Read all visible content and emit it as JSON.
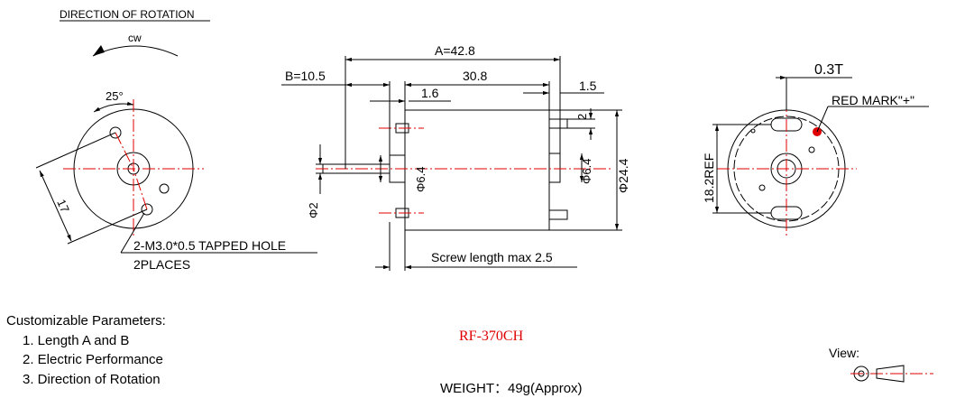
{
  "header": {
    "title": "DIRECTION OF ROTATION",
    "rotation": "cw"
  },
  "left_view": {
    "angle": "25°",
    "dim": "17",
    "shaft_dia": "Φ2",
    "hole_note_line1": "2-M3.0*0.5 TAPPED HOLE",
    "hole_note_line2": "2PLACES"
  },
  "side_view": {
    "dim_a": "A=42.8",
    "dim_b": "B=10.5",
    "dim_body": "30.8",
    "dim_1_6": "1.6",
    "dim_1_5": "1.5",
    "dim_2": "2",
    "dim_boss_left": "Φ6.4",
    "dim_boss_right": "Φ6.4",
    "dim_body_dia": "Φ24.4",
    "screw_note": "Screw length max 2.5"
  },
  "right_view": {
    "tolerance": "0.3T",
    "red_mark": "RED MARK\"+\"",
    "ref_dim": "18.2REF"
  },
  "footer": {
    "params_title": "Customizable Parameters:",
    "params": [
      "1. Length A and B",
      "2. Electric Performance",
      "3. Direction of Rotation"
    ],
    "model": "RF-370CH",
    "weight": "WEIGHT：49g(Approx)",
    "view_label": "View:"
  },
  "colors": {
    "centerline": "#e00000",
    "model": "#e00000",
    "mark": "#e00000"
  }
}
